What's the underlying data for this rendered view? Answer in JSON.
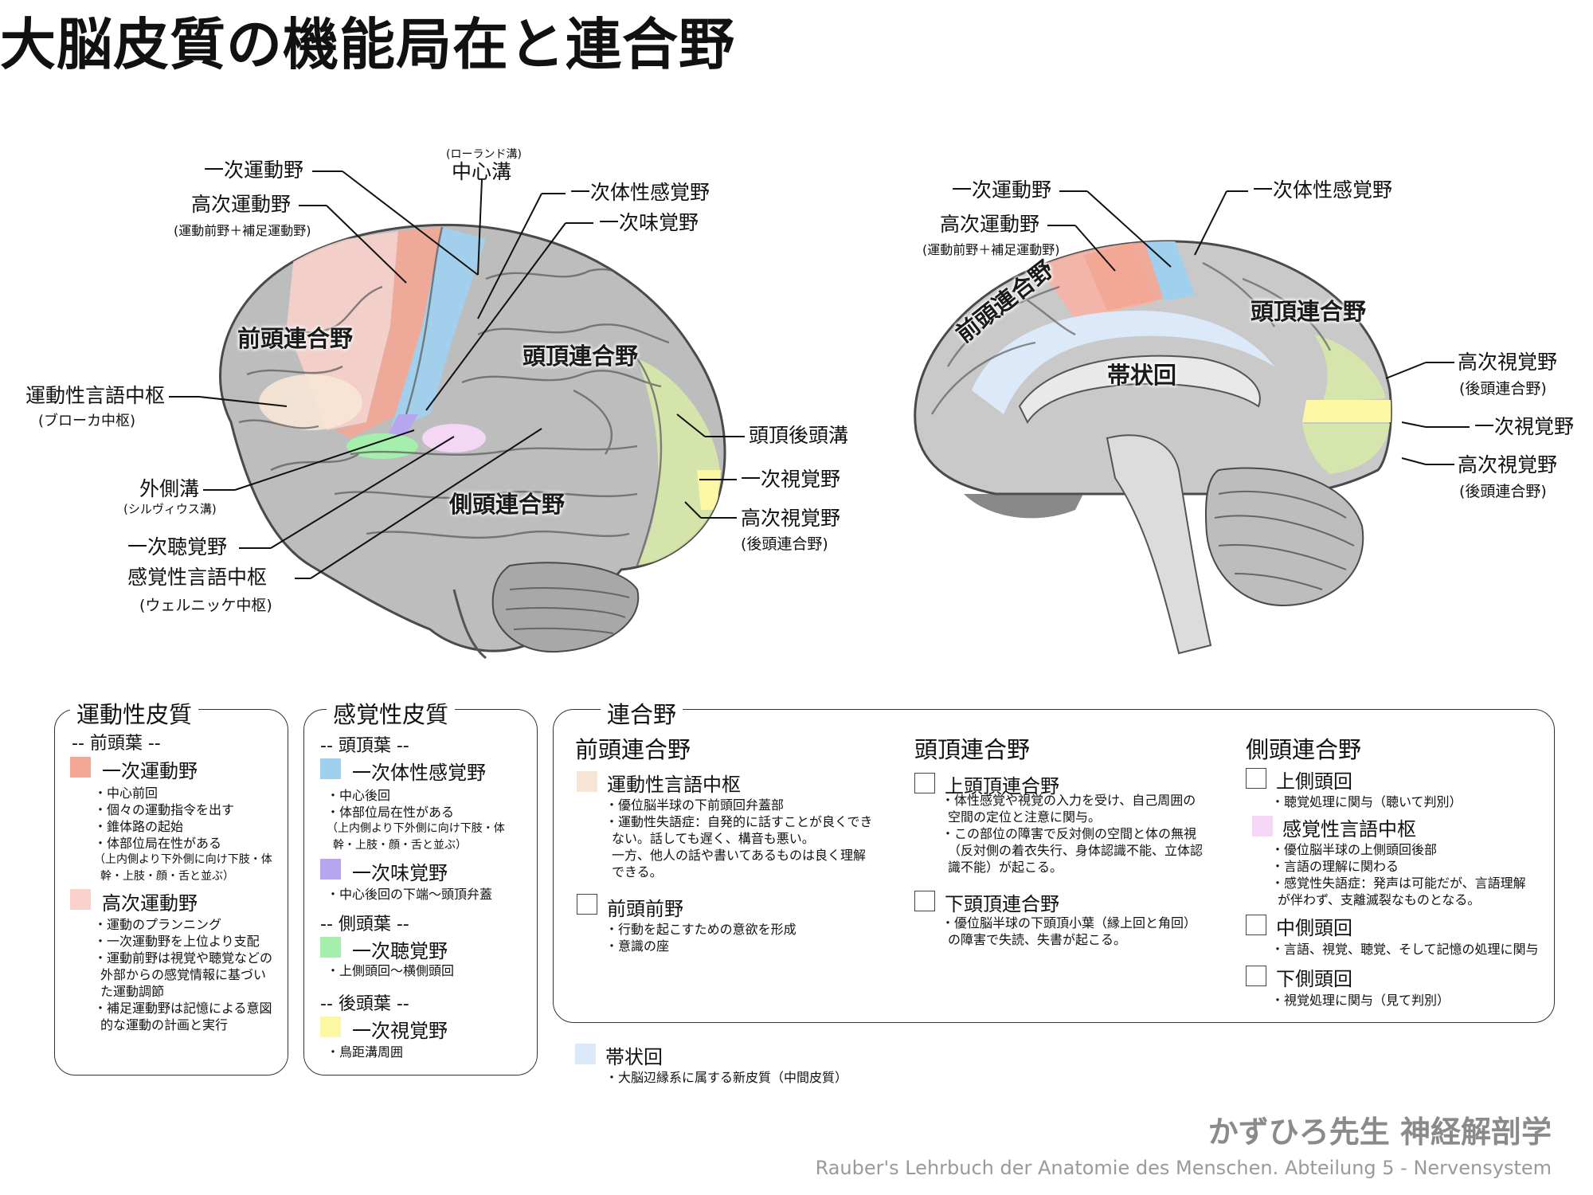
{
  "title": "大脳皮質の機能局在と連合野",
  "colors": {
    "primary_motor": "#f3a694",
    "premotor": "#fbd2cb",
    "somatosensory": "#9fd0ee",
    "taste": "#b6a6ef",
    "auditory": "#a4efac",
    "visual_primary": "#fbf7a2",
    "broca": "#f7e6d6",
    "wernicke": "#f4d6f5",
    "cingulate": "#dce9f9",
    "visual_association": "#d6e8a8"
  },
  "lateral": {
    "primary_motor": "一次運動野",
    "premotor": "高次運動野",
    "premotor_note": "(運動前野＋補足運動野)",
    "central_sulcus_note": "(ローランド溝)",
    "central_sulcus": "中心溝",
    "somatosensory": "一次体性感覚野",
    "taste": "一次味覚野",
    "frontal_assoc": "前頭連合野",
    "parietal_assoc": "頭頂連合野",
    "temporal_assoc": "側頭連合野",
    "broca": "運動性言語中枢",
    "broca_note": "(ブローカ中枢)",
    "lateral_sulcus": "外側溝",
    "lateral_sulcus_note": "(シルヴィウス溝)",
    "auditory": "一次聴覚野",
    "wernicke": "感覚性言語中枢",
    "wernicke_note": "(ウェルニッケ中枢)",
    "parieto_occipital": "頭頂後頭溝",
    "visual": "一次視覚野",
    "visual_assoc": "高次視覚野",
    "visual_assoc_note": "(後頭連合野)"
  },
  "medial": {
    "primary_motor": "一次運動野",
    "premotor": "高次運動野",
    "premotor_note": "(運動前野＋補足運動野)",
    "somatosensory": "一次体性感覚野",
    "frontal_assoc": "前頭連合野",
    "parietal_assoc": "頭頂連合野",
    "cingulate": "帯状回",
    "visual_assoc_upper": "高次視覚野",
    "visual_assoc_upper_note": "(後頭連合野)",
    "visual": "一次視覚野",
    "visual_assoc_lower": "高次視覚野",
    "visual_assoc_lower_note": "(後頭連合野)"
  },
  "legend": {
    "motor_box": {
      "title": "運動性皮質",
      "lobe": "-- 前頭葉 --",
      "primary_motor": {
        "name": "一次運動野",
        "lines": [
          "・中心前回",
          "・個々の運動指令を出す",
          "・錐体路の起始",
          "・体部位局在性がある",
          "（上内側より下外側に向け下肢・体",
          "幹・上肢・顔・舌と並ぶ）"
        ]
      },
      "premotor": {
        "name": "高次運動野",
        "lines": [
          "・運動のプランニング",
          "・一次運動野を上位より支配",
          "・運動前野は視覚や聴覚などの",
          "外部からの感覚情報に基づい",
          "た運動調節",
          "・補足運動野は記憶による意図",
          "的な運動の計画と実行"
        ]
      }
    },
    "sensory_box": {
      "title": "感覚性皮質",
      "lobe_parietal": "-- 頭頂葉 --",
      "somatosensory": {
        "name": "一次体性感覚野",
        "lines": [
          "・中心後回",
          "・体部位局在性がある",
          "（上内側より下外側に向け下肢・体",
          "幹・上肢・顔・舌と並ぶ）"
        ]
      },
      "taste": {
        "name": "一次味覚野",
        "lines": [
          "・中心後回の下端〜頭頂弁蓋"
        ]
      },
      "lobe_temporal": "-- 側頭葉 --",
      "auditory": {
        "name": "一次聴覚野",
        "lines": [
          "・上側頭回〜横側頭回"
        ]
      },
      "lobe_occipital": "-- 後頭葉 --",
      "visual": {
        "name": "一次視覚野",
        "lines": [
          "・鳥距溝周囲"
        ]
      }
    },
    "assoc_box": {
      "title": "連合野",
      "frontal": {
        "heading": "前頭連合野",
        "broca": {
          "name": "運動性言語中枢",
          "lines": [
            "・優位脳半球の下前頭回弁蓋部",
            "・運動性失語症：自発的に話すことが良くでき",
            "ない。話しても遅く、構音も悪い。",
            "一方、他人の話や書いてあるものは良く理解",
            "できる。"
          ]
        },
        "prefrontal": {
          "name": "前頭前野",
          "lines": [
            "・行動を起こすための意欲を形成",
            "・意識の座"
          ]
        }
      },
      "parietal": {
        "heading": "頭頂連合野",
        "superior": {
          "name": "上頭頂連合野",
          "lines": [
            "・体性感覚や視覚の入力を受け、自己周囲の",
            "空間の定位と注意に関与。",
            "・この部位の障害で反対側の空間と体の無視",
            "（反対側の着衣失行、身体認識不能、立体認",
            "識不能）が起こる。"
          ]
        },
        "inferior": {
          "name": "下頭頂連合野",
          "lines": [
            "・優位脳半球の下頭頂小葉（縁上回と角回）",
            "の障害で失読、失書が起こる。"
          ]
        }
      },
      "temporal": {
        "heading": "側頭連合野",
        "superior": {
          "name": "上側頭回",
          "lines": [
            "・聴覚処理に関与（聴いて判別）"
          ]
        },
        "wernicke": {
          "name": "感覚性言語中枢",
          "lines": [
            "・優位脳半球の上側頭回後部",
            "・言語の理解に関わる",
            "・感覚性失語症：発声は可能だが、言語理解",
            "が伴わず、支離滅裂なものとなる。"
          ]
        },
        "middle": {
          "name": "中側頭回",
          "lines": [
            "・言語、視覚、聴覚、そして記憶の処理に関与"
          ]
        },
        "inferior": {
          "name": "下側頭回",
          "lines": [
            "・視覚処理に関与（見て判別）"
          ]
        }
      }
    },
    "cingulate": {
      "name": "帯状回",
      "lines": [
        "・大脳辺縁系に属する新皮質（中間皮質）"
      ]
    }
  },
  "footer": {
    "brand": "かずひろ先生 神経解剖学",
    "source": "Rauber's Lehrbuch der Anatomie des Menschen. Abteilung 5 -  Nervensystem"
  }
}
